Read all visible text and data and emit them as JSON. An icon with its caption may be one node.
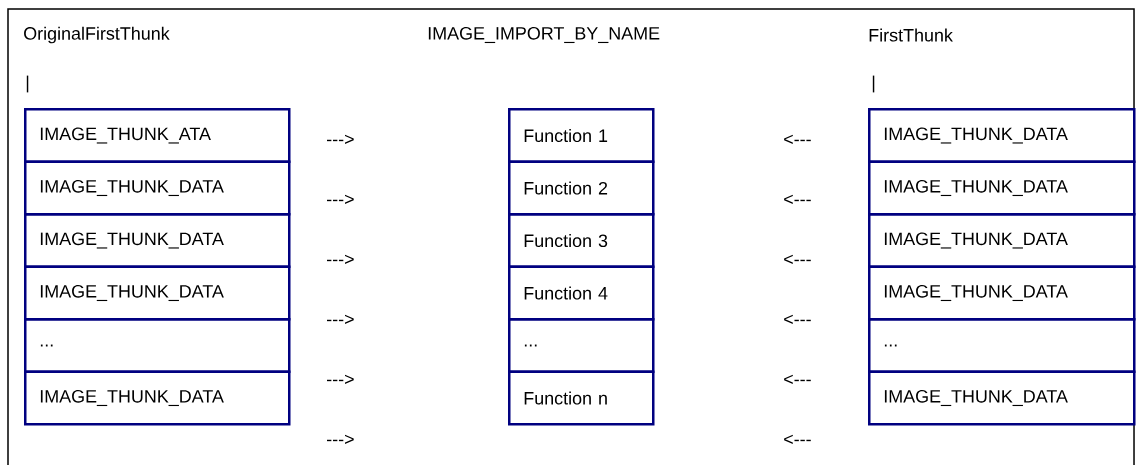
{
  "diagram": {
    "nodes": [
      {
        "text": [
          "IMAGE_THUNK_ATA"
        ]
      },
      {
        "text": [
          "IMAGE_THUNK_DATA"
        ]
      },
      {
        "text": [
          "IMAGE_THUNK_DATA"
        ]
      },
      {
        "text": [
          "IMAGE_THUNK_DATA"
        ]
      },
      {
        "text": [
          "..."
        ]
      },
      {
        "text": [
          "IMAGE_THUNK_DATA"
        ]
      },
      {
        "text": [
          "Function 1"
        ]
      },
      {
        "text": [
          "Function 2"
        ]
      },
      {
        "text": [
          "Function 3"
        ]
      },
      {
        "text": [
          "Function 4"
        ]
      },
      {
        "text": [
          "..."
        ]
      },
      {
        "text": [
          "Function n"
        ]
      },
      {
        "text": [
          "IMAGE_THUNK_DATA"
        ]
      },
      {
        "text": [
          "IMAGE_THUNK_DATA"
        ]
      },
      {
        "text": [
          "IMAGE_THUNK_DATA"
        ]
      },
      {
        "text": [
          "IMAGE_THUNK_DATA"
        ]
      },
      {
        "text": [
          "..."
        ]
      },
      {
        "text": [
          "IMAGE_THUNK_DATA"
        ]
      }
    ],
    "labels": [
      "OriginalFirstThunk",
      "IMAGE_IMPORT_BY_NAME",
      "FirstThunk",
      "|",
      "|",
      "--->",
      "<---",
      "--->",
      "<---",
      "--->",
      "<---",
      "--->",
      "<---",
      "--->",
      "<---",
      "--->",
      "<---"
    ]
  }
}
